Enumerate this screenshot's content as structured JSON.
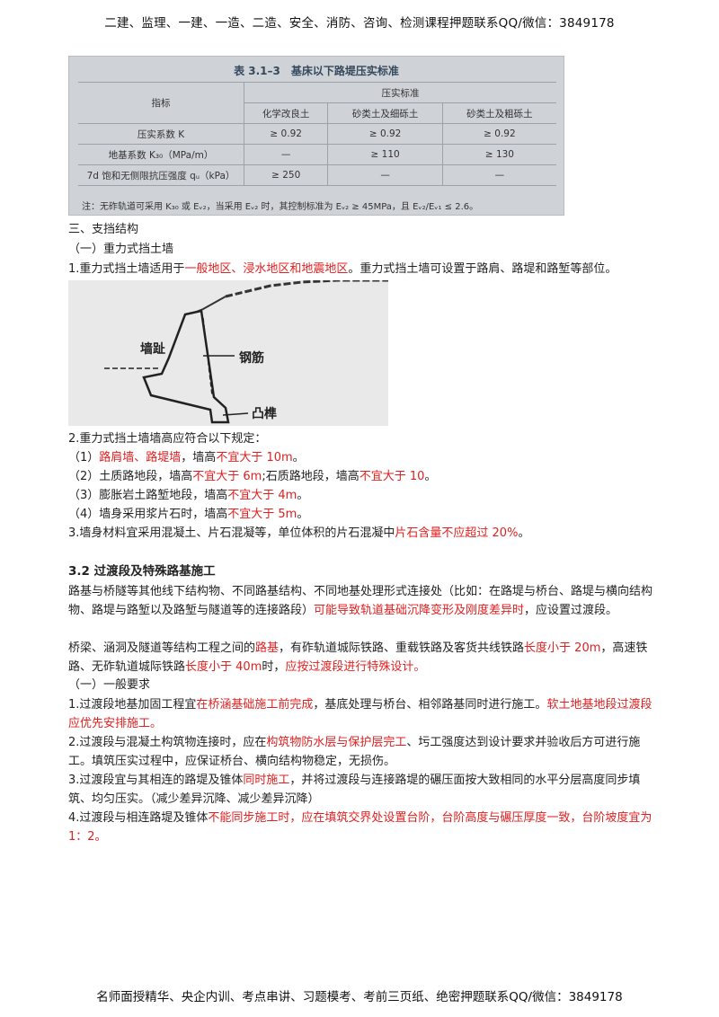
{
  "header": "二建、监理、一建、一造、二造、安全、消防、咨询、检测课程押题联系QQ/微信：3849178",
  "footer": "名师面授精华、央企内训、考点串讲、习题模考、考前三页纸、绝密押题联系QQ/微信：3849178",
  "table": {
    "title": "表 3.1–3　基床以下路堤压实标准",
    "col_indicator": "指标",
    "col_group": "压实标准",
    "cols": [
      "化学改良土",
      "砂类土及细砾土",
      "砂类土及粗砾土"
    ],
    "rows": [
      {
        "name": "压实系数 K",
        "vals": [
          "≥ 0.92",
          "≥ 0.92",
          "≥ 0.92"
        ]
      },
      {
        "name": "地基系数 K₃₀（MPa/m）",
        "vals": [
          "—",
          "≥ 110",
          "≥ 130"
        ]
      },
      {
        "name": "7d 饱和无侧限抗压强度 qᵤ（kPa）",
        "vals": [
          "≥ 250",
          "—",
          "—"
        ]
      }
    ],
    "note": "注：无砟轨道可采用 K₃₀ 或 Eᵥ₂，当采用 Eᵥ₂ 时，其控制标准为 Eᵥ₂ ≥ 45MPa，且 Eᵥ₂/Eᵥ₁ ≤ 2.6。"
  },
  "s3": "三、支挡结构",
  "s3_1": "（一）重力式挡土墙",
  "p1": {
    "a": "1.重力式挡土墙适用于",
    "b": "一般地区、浸水地区和地震地区",
    "c": "。重力式挡土墙可设置于路肩、路堤和路堑等部位。"
  },
  "diagram": {
    "toe": "墙趾",
    "rebar": "钢筋",
    "tenon": "凸榫"
  },
  "p2": "2.重力式挡土墙墙高应符合以下规定：",
  "r1": {
    "a": "（1）",
    "b": "路肩墙、路堤墙",
    "c": "，墙高",
    "d": "不宜大于 10m",
    "e": "。"
  },
  "r2": {
    "a": "（2）土质路地段，墙高",
    "b": "不宜大于 6m",
    "c": ";石质路地段，墙高",
    "d": "不宜大于 10",
    "e": "。"
  },
  "r3": {
    "a": "（3）膨胀岩土路堑地段，墙高",
    "b": "不宜大于 4m",
    "c": "。"
  },
  "r4": {
    "a": "（4）墙身采用浆片石时，墙高",
    "b": "不宜大于 5m",
    "c": "。"
  },
  "p3": {
    "a": "3.墙身材料宜采用混凝土、片石混凝等，单位体积的片石混凝中",
    "b": "片石含量不应超过 20%",
    "c": "。"
  },
  "h32": "3.2 过渡段及特殊路基施工",
  "q1": {
    "a": "路基与桥隧等其他线下结构物、不同路基结构、不同地基处理形式连接处（比如：在路堤与桥台、路堤与横向结构物、路堤与路堑以及路堑与隧道等的连接路段）",
    "b": "可能导致轨道基础沉降变形及刚度差异时",
    "c": "，应设置过渡段。"
  },
  "q2": {
    "a": "桥梁、涵洞及隧道等结构工程之间的",
    "b": "路基",
    "c": "，有砟轨道城际铁路、重载铁路及客货共线铁路",
    "d": "长度小于 20m",
    "e": "，高速铁路、无砟轨道城际铁路",
    "f": "长度小于 40m",
    "g": "时，",
    "h": "应按过渡段进行特殊设计。"
  },
  "g1h": "（一）一般要求",
  "g1": {
    "a": "1.过渡段地基加固工程宜",
    "b": "在桥涵基础施工前完成",
    "c": "，基底处理与桥台、相邻路基同时进行施工。",
    "d": "软土地基地段过渡段应优先安排施工。"
  },
  "g2": {
    "a": "2.过渡段与混凝土构筑物连接时，应在",
    "b": "构筑物防水层与保护层完工",
    "c": "、圬工强度达到设计要求并验收后方可进行施工。填筑压实过程中，应保证桥台、横向结构物稳定，无损伤。"
  },
  "g3": {
    "a": "3.过渡段宜与其相连的路堤及锥体",
    "b": "同时施工",
    "c": "，并将过渡段与连接路堤的碾压面按大致相同的水平分层高度同步填筑、均匀压实。（减少差异沉降、减少差异沉降）"
  },
  "g4": {
    "a": "4.过渡段与相连路堤及锥体",
    "b": "不能同步施工时，应在填筑交界处设置台阶，台阶高度与碾压厚度一致，台阶坡度宜为 1：2。"
  }
}
